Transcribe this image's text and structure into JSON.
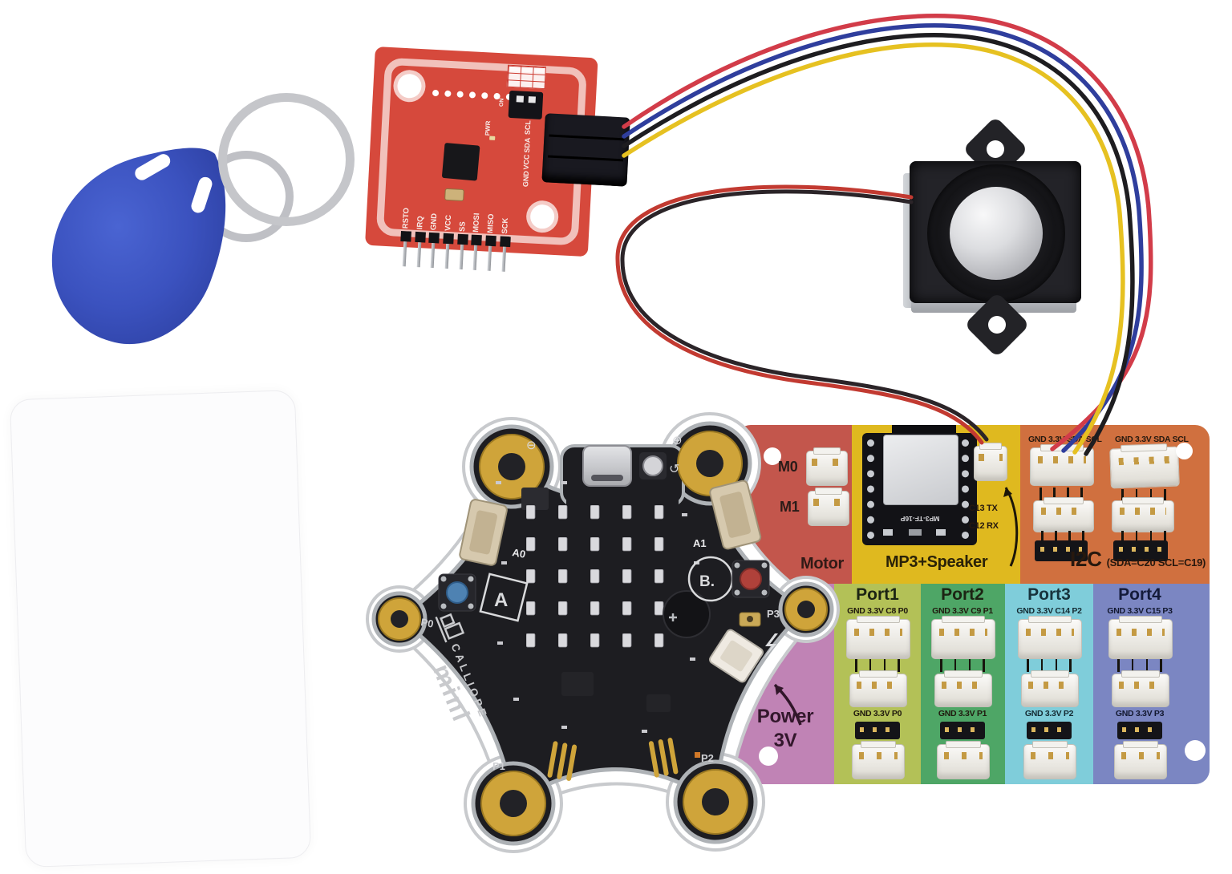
{
  "pn532": {
    "bottom_pin_labels": [
      "RSTO",
      "IRQ",
      "GND",
      "VCC",
      "SS",
      "MOSI",
      "MISO",
      "SCK"
    ],
    "side_pin_labels": [
      "SCL",
      "SDA",
      "VCC",
      "GND"
    ],
    "pwr_label": "PWR",
    "dip_switch": {
      "on_label": "ON"
    }
  },
  "calliope": {
    "logo_text": "CALLIOPE",
    "logo_subtext": "mini",
    "button_a_label": "A",
    "button_b_label": "B.",
    "connector_labels": {
      "a0": "A0",
      "a1": "A1"
    },
    "pad_labels": {
      "p0": "P0",
      "p1": "P1",
      "p2": "P2",
      "p3": "P3"
    },
    "polarity_minus": "⊖",
    "polarity_plus": "⊕",
    "reset_symbol": "↺"
  },
  "breakout": {
    "motor": {
      "title": "Motor",
      "connector_labels": [
        "M0",
        "M1"
      ]
    },
    "mp3": {
      "title": "MP3+Speaker",
      "module_label": "MP3-TF-16P",
      "tx_label": "C13 TX",
      "rx_label": "C12 RX"
    },
    "i2c": {
      "title": "I2C",
      "subtitle": "(SDA=C20 SCL=C19)",
      "column_headers": [
        "GND 3.3V SDA SCL",
        "GND 3.3V SDA SCL"
      ]
    },
    "power": {
      "title": "Power",
      "subtitle": "3V"
    },
    "ports": [
      {
        "title": "Port1",
        "header": "GND 3.3V C8 P0",
        "footer": "GND 3.3V P0"
      },
      {
        "title": "Port2",
        "header": "GND 3.3V C9 P1",
        "footer": "GND 3.3V P1"
      },
      {
        "title": "Port3",
        "header": "GND 3.3V C14 P2",
        "footer": "GND 3.3V P2"
      },
      {
        "title": "Port4",
        "header": "GND 3.3V C15 P3",
        "footer": "GND 3.3V P3"
      }
    ]
  },
  "colors": {
    "pn532_board": "#d6493c",
    "motor_section": "#c3564c",
    "mp3_section": "#dfb91f",
    "i2c_section": "#d0703f",
    "power_section": "#c083b5",
    "port1_section": "#b3c157",
    "port2_section": "#4ea666",
    "port3_section": "#7fcdda",
    "port4_section": "#7b86c2",
    "keyfob_blue": "#3b52bf",
    "calliope_black": "#1d1d21",
    "gold_pad": "#cfa43a",
    "wire_red": "#d23c49",
    "wire_blue": "#2f3e9d",
    "wire_black": "#1e1d20",
    "wire_yellow": "#e6c121",
    "speaker_wire_red": "#c23a31",
    "speaker_wire_black": "#2b2428"
  }
}
